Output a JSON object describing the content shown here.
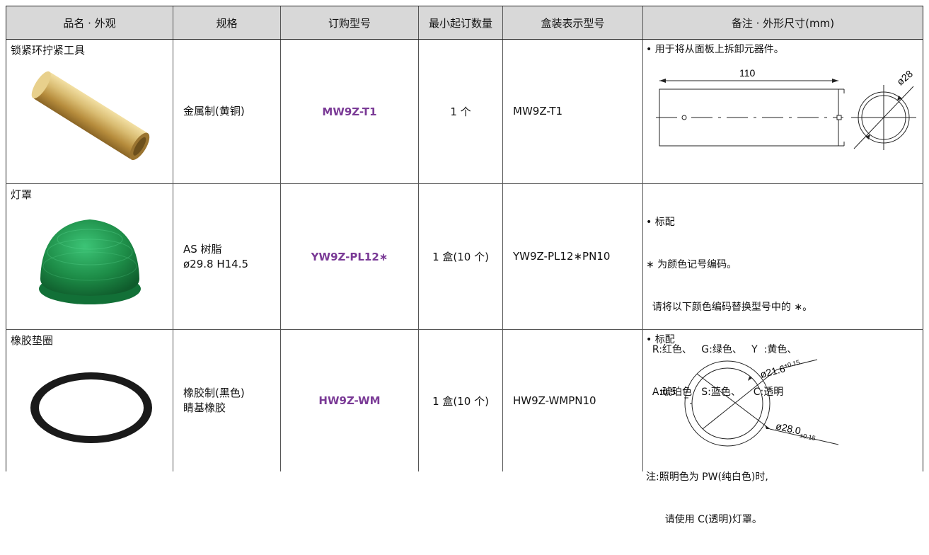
{
  "headers": [
    "品名 · 外观",
    "规格",
    "订购型号",
    "最小起订数量",
    "盒装表示型号",
    "备注 · 外形尺寸(mm)"
  ],
  "rows": [
    {
      "name": "锁紧环拧紧工具",
      "spec": [
        "金属制(黄铜)"
      ],
      "order_no": "MW9Z-T1",
      "min_qty": "1 个",
      "box_no": "MW9Z-T1",
      "notes": [
        "• 用于将从面板上拆卸元器件。"
      ],
      "dims": {
        "length": "110",
        "dia": "ø28"
      }
    },
    {
      "name": "灯罩",
      "spec": [
        "AS 树脂",
        "ø29.8 H14.5"
      ],
      "order_no": "YW9Z-PL12∗",
      "min_qty": "1 盒(10 个)",
      "box_no": "YW9Z-PL12∗PN10",
      "notes": [
        "• 标配",
        "∗ 为颜色记号编码。",
        "  请将以下颜色编码替换型号中的 ∗。",
        "  R:红色、   G:绿色、   Y  :黄色、",
        "  A:琥珀色   S:蓝色、    C:透明",
        "",
        "注:照明色为 PW(纯白色)时,",
        "      请使用 C(透明)灯罩。"
      ]
    },
    {
      "name": "橡胶垫圈",
      "spec": [
        "橡胶制(黑色)",
        "睛基橡胶"
      ],
      "order_no": "HW9Z-WM",
      "min_qty": "1 盒(10 个)",
      "box_no": "HW9Z-WMPN10",
      "notes": [
        "• 标配"
      ],
      "dims": {
        "thickness": "t0.5",
        "inner": "ø21.6",
        "inner_tol": "±0.15",
        "outer": "ø28.0",
        "outer_tol": "±0.15"
      }
    }
  ],
  "colors": {
    "header_bg": "#d8d8d8",
    "order_no": "#7a3a96",
    "brass": "#c9a85a",
    "green": "#1f8a45"
  }
}
